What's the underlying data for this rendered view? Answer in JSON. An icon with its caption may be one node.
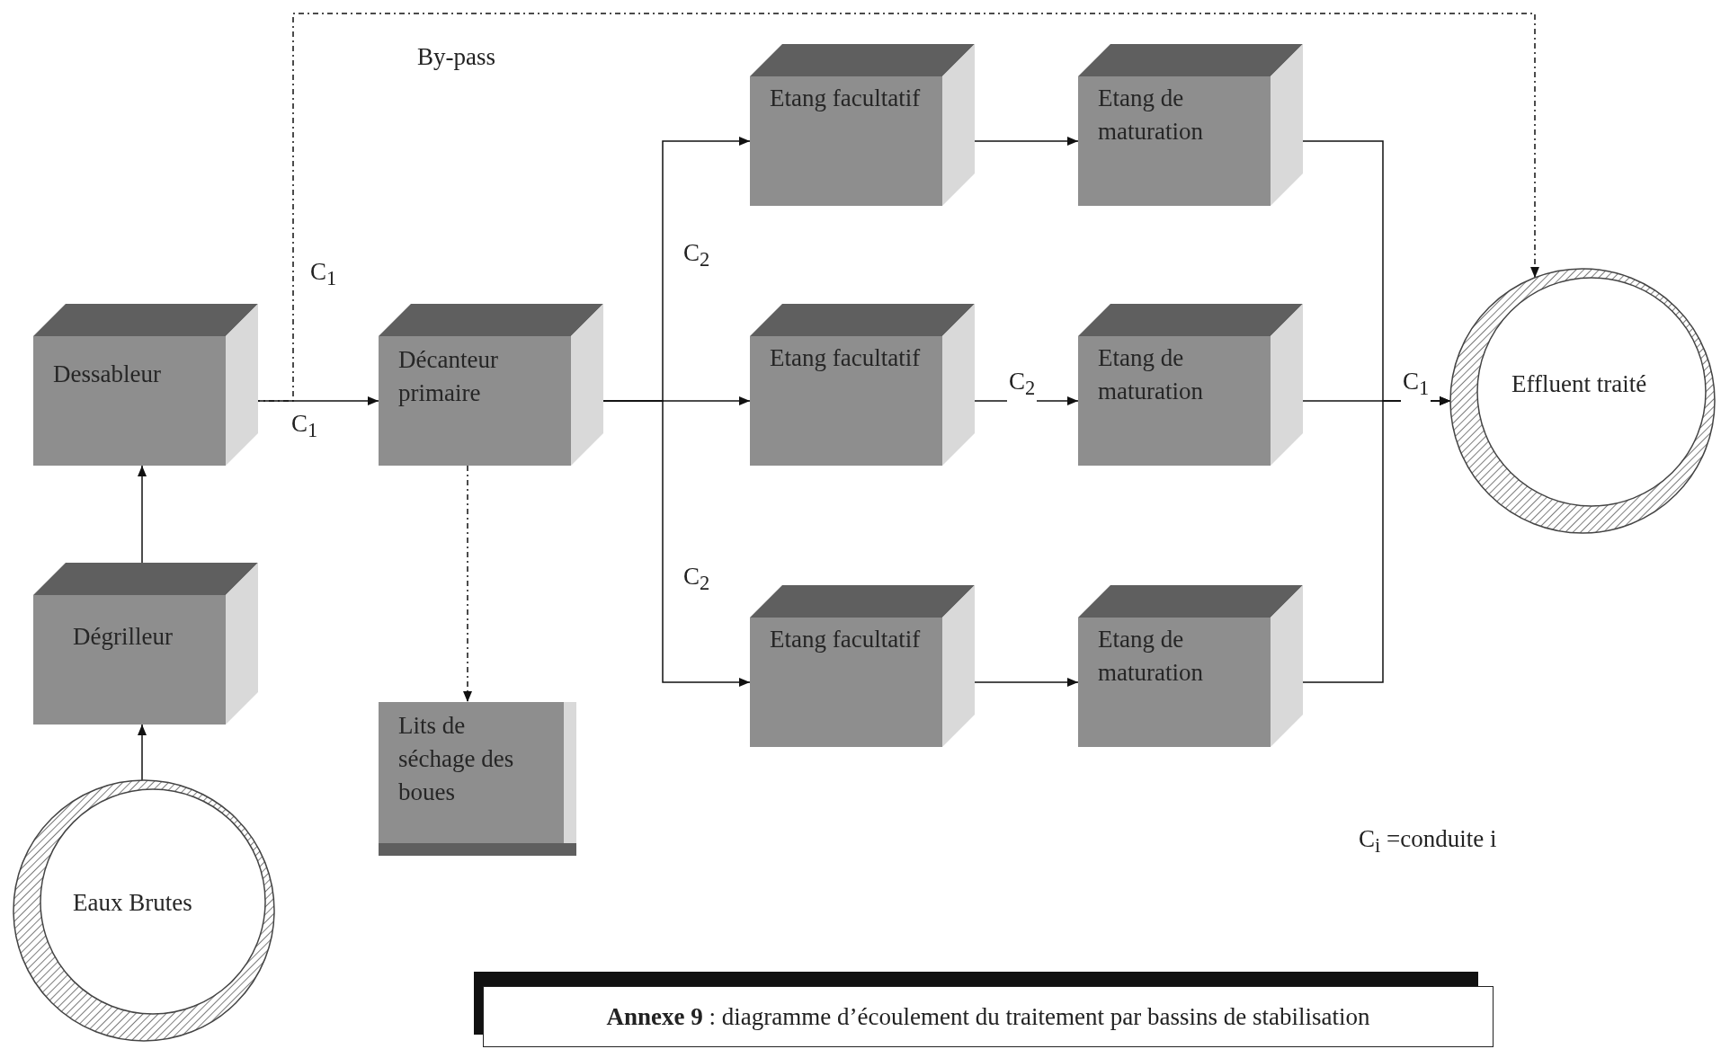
{
  "diagram": {
    "caption": "**Annexe 9** : diagramme d’écoulement du traitement par bassins de stabilisation",
    "nodes": [
      {
        "text": [
          "Dessableur"
        ]
      },
      {
        "text": [
          "Dégrilleur"
        ]
      },
      {
        "text": [
          "Eaux Brutes"
        ]
      },
      {
        "text": [
          "Décanteur primaire"
        ]
      },
      {
        "text": [
          "Lits de séchage des boues"
        ]
      },
      {
        "text": [
          "Etang facultatif"
        ]
      },
      {
        "text": [
          "Etang de maturation"
        ]
      },
      {
        "text": [
          "Etang facultatif"
        ]
      },
      {
        "text": [
          "Etang de maturation"
        ]
      },
      {
        "text": [
          "Etang facultatif"
        ]
      },
      {
        "text": [
          "Etang de maturation"
        ]
      },
      {
        "text": [
          "Effluent traité"
        ]
      }
    ],
    "edges": [
      {
        "from": 2,
        "to": 1,
        "arrow": "to"
      },
      {
        "from": 1,
        "to": 0,
        "arrow": "to"
      },
      {
        "from": 0,
        "to": 3,
        "arrow": "to",
        "label": "C$_{1}$"
      },
      {
        "from": 0,
        "to": 11,
        "arrow": "to",
        "label": "By-pass",
        "style": "dashed"
      },
      {
        "from": 3,
        "to": 4,
        "arrow": "to",
        "style": "dashed"
      },
      {
        "from": 3,
        "to": 5,
        "arrow": "to",
        "label": "C$_{2}$"
      },
      {
        "from": 3,
        "to": 7,
        "arrow": "to"
      },
      {
        "from": 3,
        "to": 9,
        "arrow": "to",
        "label": "C$_{2}$"
      },
      {
        "from": 5,
        "to": 6,
        "arrow": "to"
      },
      {
        "from": 7,
        "to": 8,
        "arrow": "to",
        "label": "C$_{2}$"
      },
      {
        "from": 9,
        "to": 10,
        "arrow": "to"
      },
      {
        "from": 6,
        "to": 11,
        "arrow": "to"
      },
      {
        "from": 8,
        "to": 11,
        "arrow": "to",
        "label": "C$_{1}$"
      },
      {
        "from": 10,
        "to": 11,
        "arrow": "to"
      }
    ],
    "labels": [
      "C$_{1}$",
      "C$_{i}$ =conduite i"
    ]
  }
}
